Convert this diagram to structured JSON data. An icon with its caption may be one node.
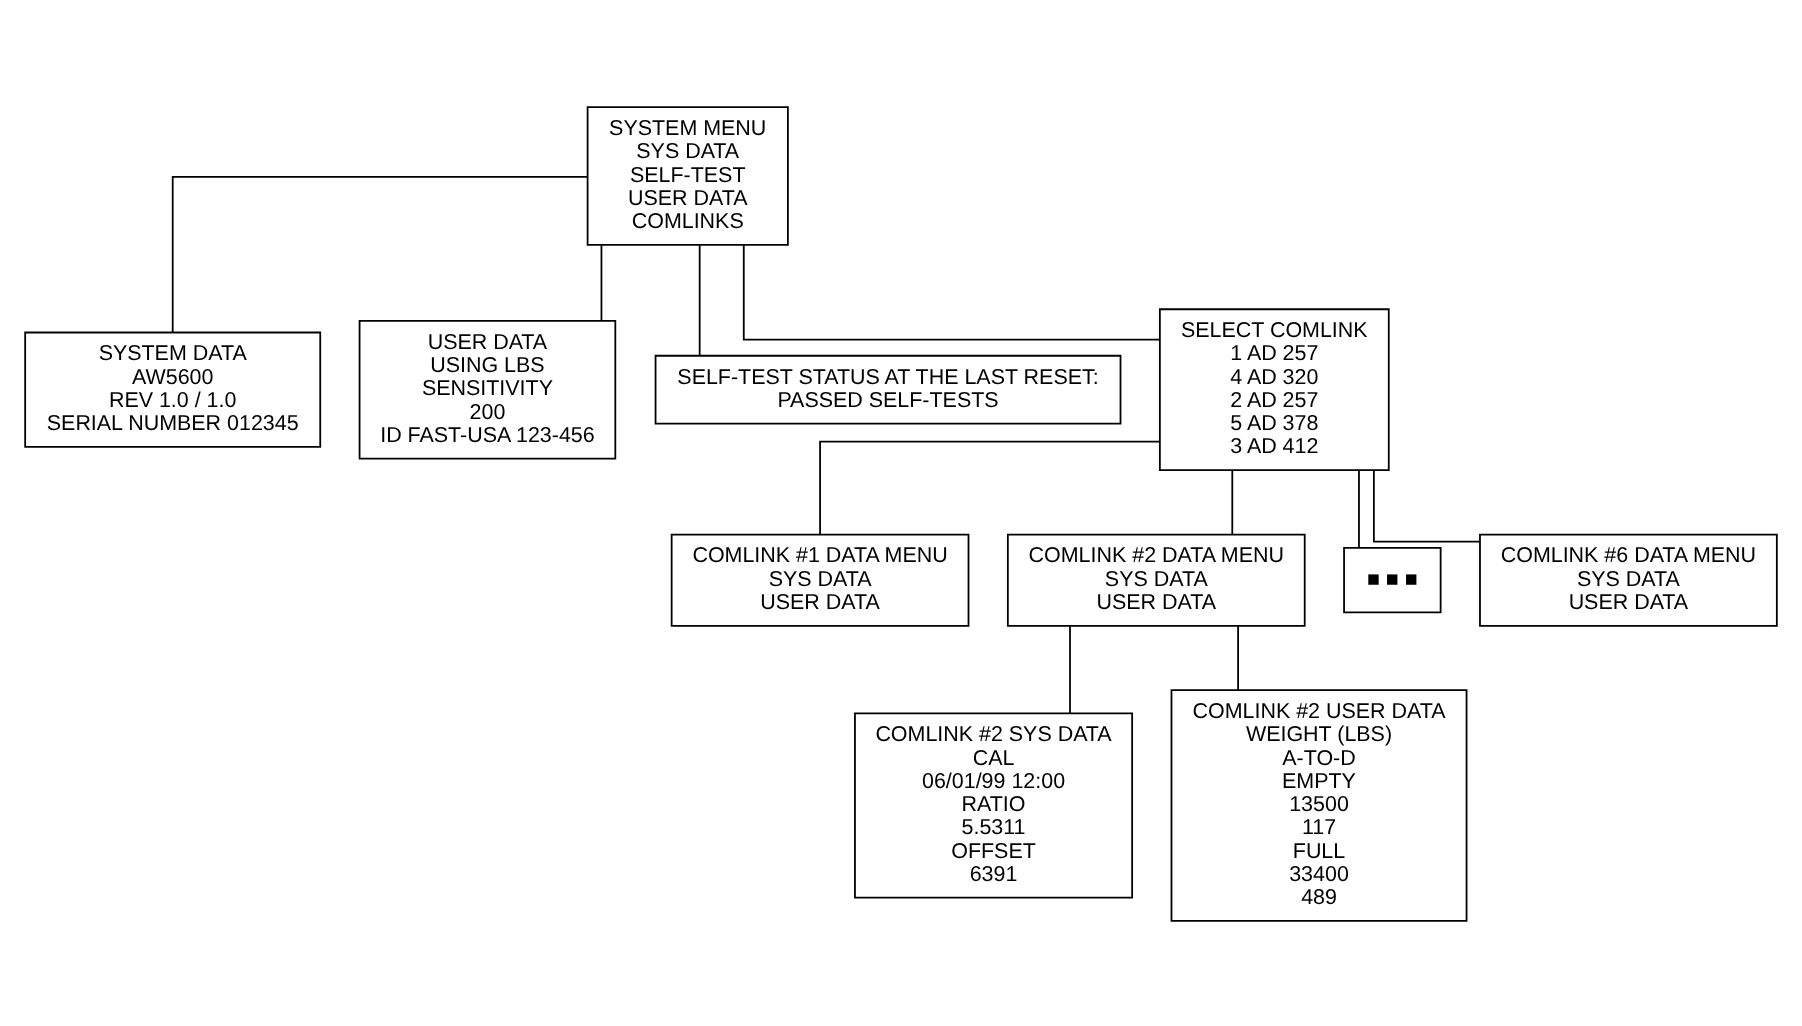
{
  "diagram": {
    "nodes": [
      {
        "text": [
          "SYSTEM MENU",
          "SYS DATA",
          "SELF-TEST",
          "USER DATA",
          "COMLINKS"
        ]
      },
      {
        "text": [
          "SYSTEM DATA",
          "AW5600",
          "REV 1.0 / 1.0",
          "SERIAL NUMBER 012345"
        ]
      },
      {
        "text": [
          "USER DATA",
          "USING LBS",
          "SENSITIVITY",
          "200",
          "ID FAST-USA 123-456"
        ]
      },
      {
        "text": [
          "SELF-TEST STATUS AT THE LAST RESET:",
          "PASSED SELF-TESTS"
        ]
      },
      {
        "text": [
          "SELECT COMLINK",
          "1 AD 257",
          "4 AD 320",
          "2 AD 257",
          "5 AD 378",
          "3 AD 412"
        ]
      },
      {
        "text": [
          "COMLINK #1 DATA MENU",
          "SYS DATA",
          "USER DATA"
        ]
      },
      {
        "text": [
          "COMLINK #2 DATA MENU",
          "SYS DATA",
          "USER DATA"
        ]
      },
      {
        "text": [
          "■ ■ ■"
        ]
      },
      {
        "text": [
          "COMLINK #6 DATA MENU",
          "SYS DATA",
          "USER DATA"
        ]
      },
      {
        "text": [
          "COMLINK #2 SYS DATA",
          "CAL",
          "06/01/99 12:00",
          "RATIO",
          "5.5311",
          "OFFSET",
          "6391"
        ]
      },
      {
        "text": [
          "COMLINK #2 USER DATA",
          "WEIGHT (LBS)",
          "A-TO-D",
          "EMPTY",
          "13500",
          "117",
          "FULL",
          "33400",
          "489"
        ]
      }
    ],
    "edges": [
      {
        "from": 0,
        "to": 1,
        "arrow": "none"
      },
      {
        "from": 0,
        "to": 2,
        "arrow": "none"
      },
      {
        "from": 0,
        "to": 3,
        "arrow": "none"
      },
      {
        "from": 0,
        "to": 4,
        "arrow": "none"
      },
      {
        "from": 4,
        "to": 5,
        "arrow": "none"
      },
      {
        "from": 4,
        "to": 6,
        "arrow": "none"
      },
      {
        "from": 4,
        "to": 7,
        "arrow": "none"
      },
      {
        "from": 4,
        "to": 8,
        "arrow": "none"
      },
      {
        "from": 6,
        "to": 9,
        "arrow": "none"
      },
      {
        "from": 6,
        "to": 10,
        "arrow": "none"
      }
    ]
  }
}
